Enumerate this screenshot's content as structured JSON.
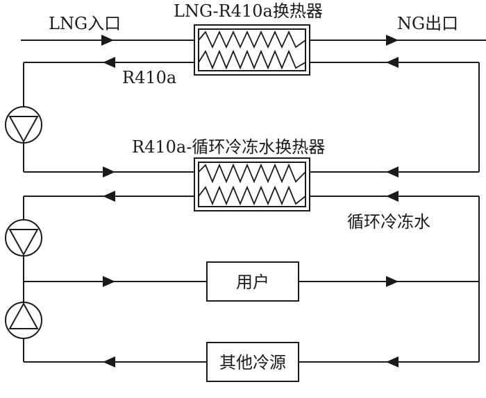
{
  "labels": {
    "lng_inlet": "LNG入口",
    "hx1_title": "LNG-R410a换热器",
    "ng_outlet": "NG出口",
    "r410a": "R410a",
    "hx2_title": "R410a-循环冷冻水换热器",
    "chilled_water": "循环冷冻水",
    "user": "用户",
    "other_cold_source": "其他冷源"
  }
}
